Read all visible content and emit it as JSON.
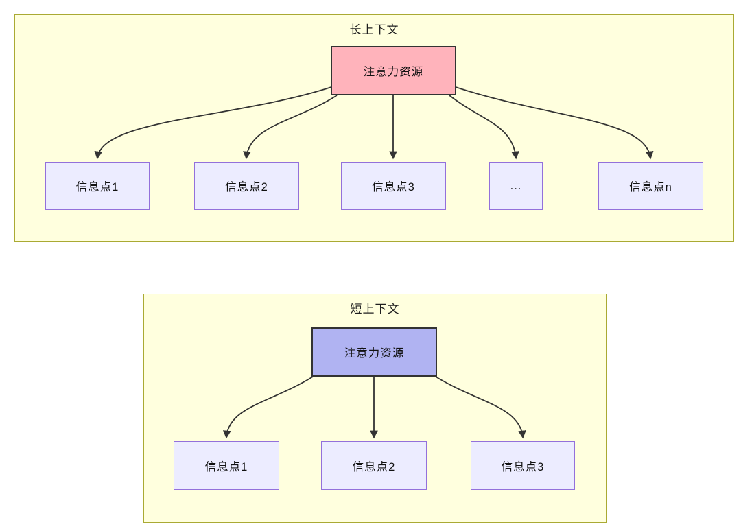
{
  "colors": {
    "page_background": "#FFFFFF",
    "container_fill": "#FFFFDE",
    "container_border": "#AAAA33",
    "node_fill": "#ECECFF",
    "node_border": "#9370DB",
    "attention_long_fill": "#FFB3BB",
    "attention_short_fill": "#B0B3F2",
    "attention_border": "#333333",
    "arrow_color": "#333333",
    "text_color": "#1F1F1F"
  },
  "long_context": {
    "title": "长上下文",
    "attention_label": "注意力资源",
    "nodes": [
      {
        "label": "信息点1"
      },
      {
        "label": "信息点2"
      },
      {
        "label": "信息点3"
      },
      {
        "label": "..."
      },
      {
        "label": "信息点n"
      }
    ]
  },
  "short_context": {
    "title": "短上下文",
    "attention_label": "注意力资源",
    "nodes": [
      {
        "label": "信息点1"
      },
      {
        "label": "信息点2"
      },
      {
        "label": "信息点3"
      }
    ]
  }
}
